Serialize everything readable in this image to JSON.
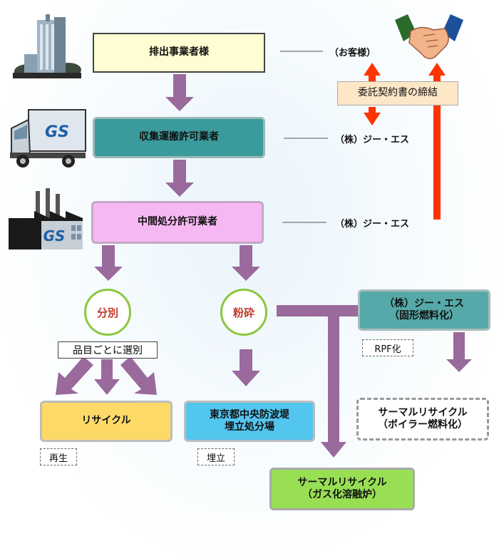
{
  "boxes": {
    "discharger": "排出事業者様",
    "collector": "収集運搬許可業者",
    "intermediate": "中間処分許可業者",
    "rpf": [
      "（株）ジー・エス",
      "（固形燃料化）"
    ],
    "recycle": "リサイクル",
    "landfill": [
      "東京都中央防波堤",
      "埋立処分場"
    ],
    "thermal_gas": [
      "サーマルリサイクル",
      "（ガス化溶融炉）"
    ],
    "thermal_boiler": [
      "サーマルリサイクル",
      "（ボイラー燃料化）"
    ]
  },
  "side_labels": {
    "customer": "（お客様）",
    "gs1": "（株）ジー・エス",
    "gs2": "（株）ジー・エス",
    "contract": "委託契約書の締結"
  },
  "circles": {
    "sort": "分別",
    "crush": "粉砕"
  },
  "notes": {
    "by_item": "品目ごとに選別",
    "rpf": "RPF化",
    "regen": "再生",
    "landfill": "埋立"
  },
  "icons": [
    "office-building-icon",
    "gs-truck-icon",
    "gs-factory-icon",
    "handshake-icon"
  ],
  "colors": {
    "arrow": "#9a6a9c",
    "red_arrow": "#ff3300",
    "discharger": "#fefed2",
    "collector": "#3b9a9c",
    "intermediate": "#f6b8f3",
    "rpf": "#55aaa9",
    "recycle": "#fdd968",
    "landfill": "#52c6ef",
    "thermal_gas": "#99df54",
    "circle_border": "#8cc63f",
    "circle_text": "#c0392b"
  }
}
